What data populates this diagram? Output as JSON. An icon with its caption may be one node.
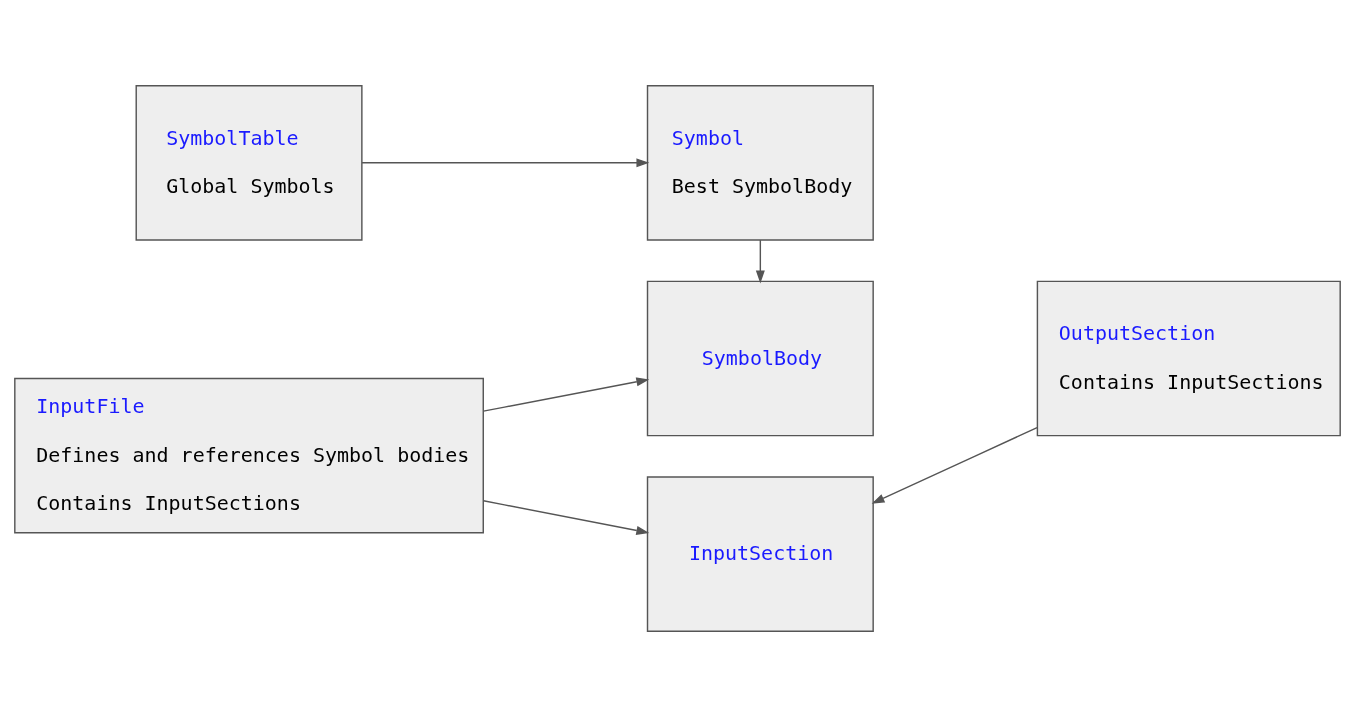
{
  "diagram": {
    "nodes": [
      {
        "text": [
          "SymbolTable",
          "Global Symbols"
        ]
      },
      {
        "text": [
          "Symbol",
          "Best SymbolBody"
        ]
      },
      {
        "text": [
          "InputFile",
          "Defines and references Symbol bodies",
          "Contains InputSections"
        ]
      },
      {
        "text": [
          "SymbolBody"
        ]
      },
      {
        "text": [
          "OutputSection",
          "Contains InputSections"
        ]
      },
      {
        "text": [
          "InputSection"
        ]
      }
    ],
    "edges": [
      {
        "from": 0,
        "to": 1,
        "arrow": "to"
      },
      {
        "from": 1,
        "to": 3,
        "arrow": "to"
      },
      {
        "from": 2,
        "to": 3,
        "arrow": "to"
      },
      {
        "from": 2,
        "to": 5,
        "arrow": "to"
      },
      {
        "from": 4,
        "to": 5,
        "arrow": "to"
      }
    ]
  }
}
